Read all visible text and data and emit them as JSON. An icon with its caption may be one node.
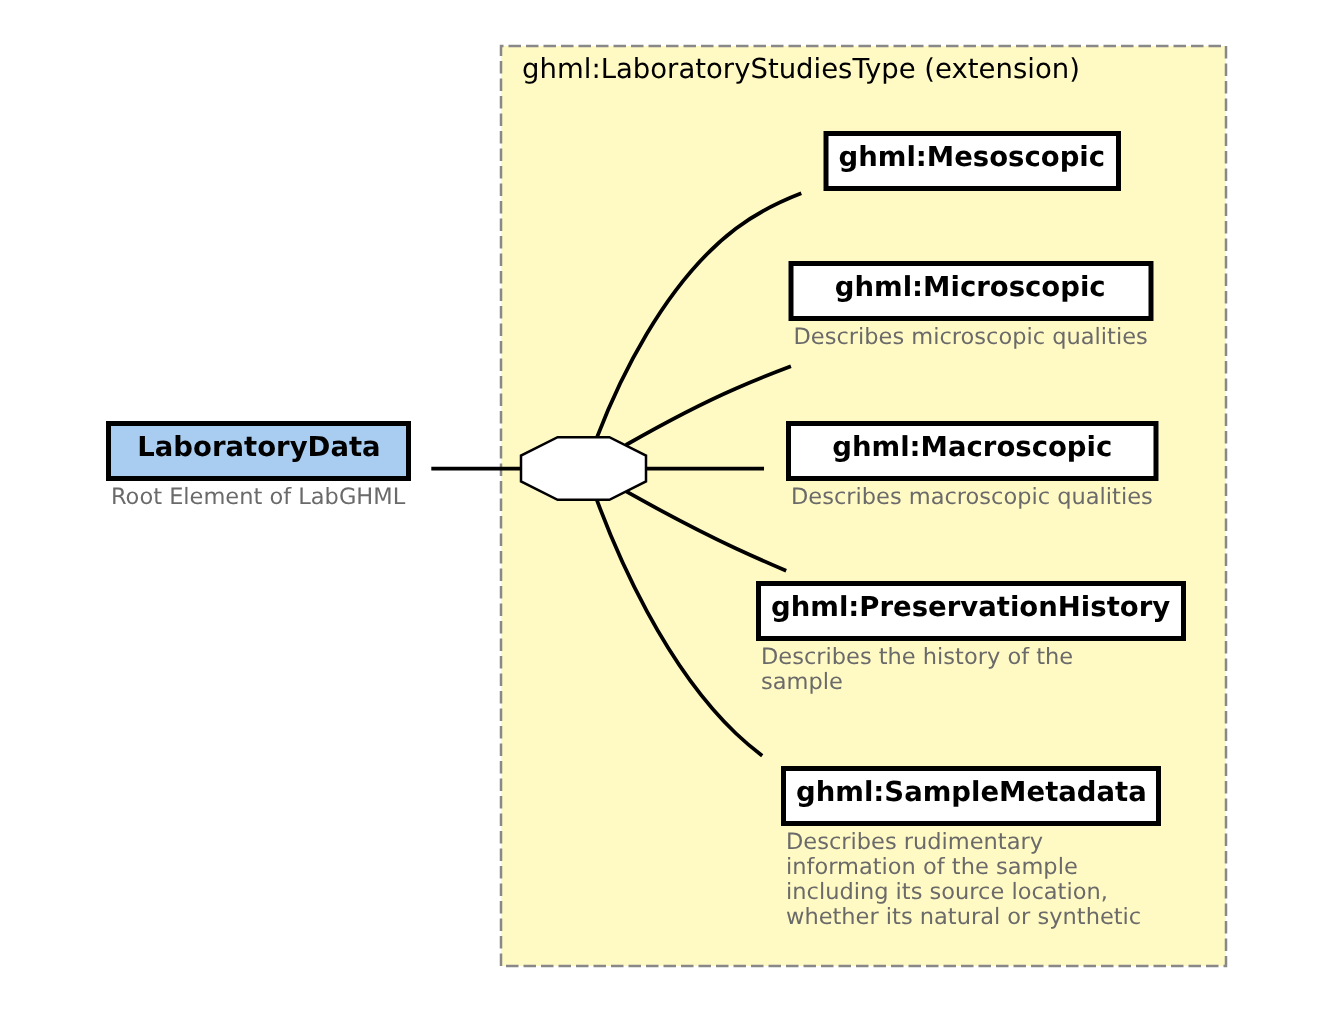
{
  "diagram": {
    "nodes": [
      {
        "text": [
          "LaboratoryData"
        ],
        "beside": [
          "Root Element of LabGHML"
        ]
      },
      {
        "text": [
          "ghml:LaboratoryStudiesType (extension)"
        ]
      },
      {
        "text": [],
        "shape": "octagon",
        "in": 1
      },
      {
        "text": [
          "ghml:SampleMetadata"
        ],
        "beside": [
          "Describes rudimentary information of the sample including its source location, whether its natural or synthetic"
        ],
        "in": 1
      },
      {
        "text": [
          "ghml:PreservationHistory"
        ],
        "beside": [
          "Describes the history of the sample"
        ],
        "in": 1
      },
      {
        "text": [
          "ghml:Macroscopic"
        ],
        "beside": [
          "Describes macroscopic qualities"
        ],
        "in": 1
      },
      {
        "text": [
          "ghml:Microscopic"
        ],
        "beside": [
          "Describes microscopic qualities"
        ],
        "in": 1
      },
      {
        "text": [
          "ghml:Mesoscopic"
        ],
        "in": 1
      }
    ],
    "edges": [
      {
        "from": 0,
        "to": 2,
        "arrow": "none"
      },
      {
        "from": 2,
        "to": 3,
        "arrow": "none"
      },
      {
        "from": 2,
        "to": 4,
        "arrow": "none"
      },
      {
        "from": 2,
        "to": 5,
        "arrow": "none"
      },
      {
        "from": 2,
        "to": 6,
        "arrow": "none"
      },
      {
        "from": 2,
        "to": 7,
        "arrow": "none"
      }
    ]
  }
}
